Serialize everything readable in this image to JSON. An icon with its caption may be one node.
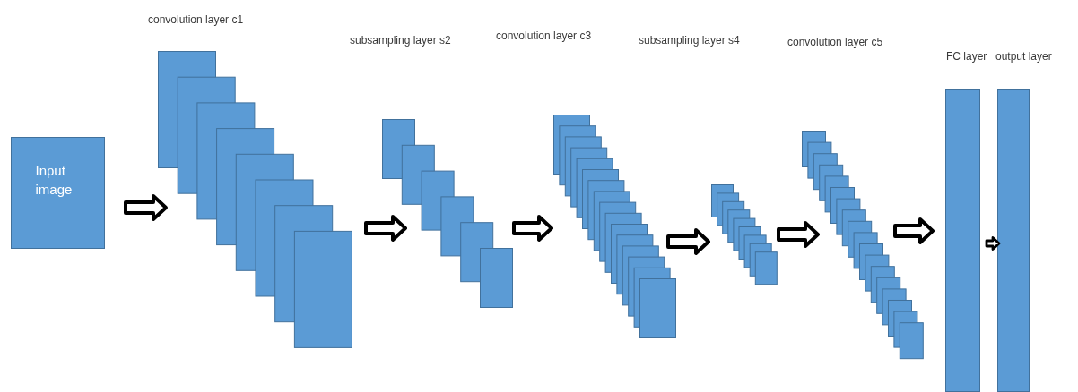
{
  "diagram": {
    "nodes": [
      {
        "text": [
          "Input image"
        ]
      },
      {
        "text": [
          "convolution layer c1"
        ]
      },
      {
        "text": [
          "subsampling layer s2"
        ]
      },
      {
        "text": [
          "convolution layer c3"
        ]
      },
      {
        "text": [
          "subsampling layer s4"
        ]
      },
      {
        "text": [
          "convolution layer c5"
        ]
      },
      {
        "text": [
          "FC layer"
        ]
      },
      {
        "text": [
          "output layer"
        ]
      }
    ],
    "edges": [
      {
        "from": 0,
        "to": 1,
        "arrow": "to"
      },
      {
        "from": 1,
        "to": 2,
        "arrow": "to"
      },
      {
        "from": 2,
        "to": 3,
        "arrow": "to"
      },
      {
        "from": 3,
        "to": 4,
        "arrow": "to"
      },
      {
        "from": 4,
        "to": 5,
        "arrow": "to"
      },
      {
        "from": 5,
        "to": 6,
        "arrow": "to"
      },
      {
        "from": 6,
        "to": 7,
        "arrow": "to"
      }
    ]
  }
}
